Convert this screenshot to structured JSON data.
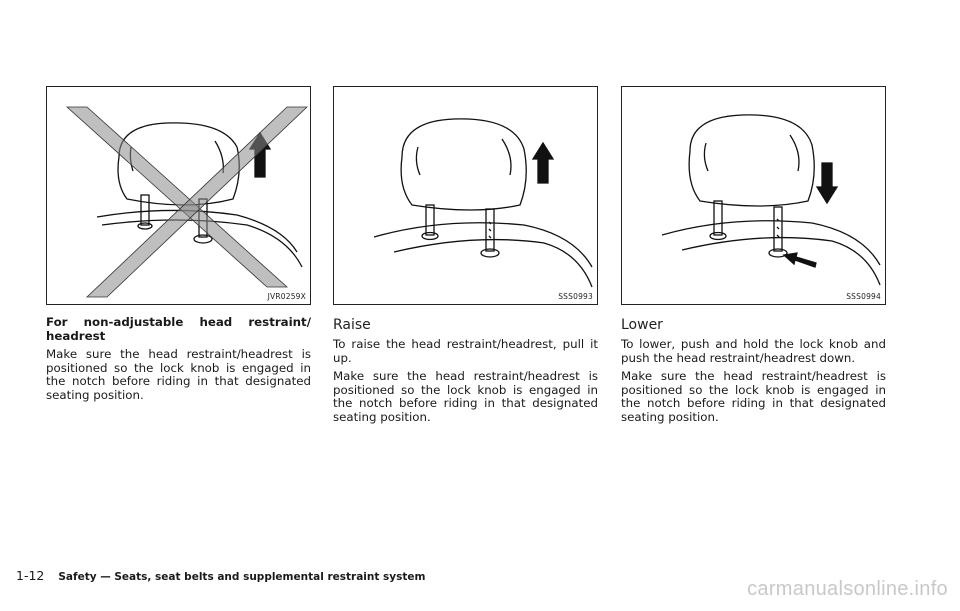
{
  "figures": [
    {
      "code": "JVR0259X"
    },
    {
      "code": "SSS0993"
    },
    {
      "code": "SSS0994"
    }
  ],
  "col1": {
    "subhead": "For non-adjustable head restraint/ headrest",
    "body": "Make sure the head restraint/headrest is positioned so the lock knob is engaged in the notch before riding in that designated seating position."
  },
  "col2": {
    "heading": "Raise",
    "body1": "To raise the head restraint/headrest, pull it up.",
    "body2": "Make sure the head restraint/headrest is positioned so the lock knob is engaged in the notch before riding in that designated seating position."
  },
  "col3": {
    "heading": "Lower",
    "body1": "To lower, push and hold the lock knob and push the head restraint/headrest down.",
    "body2": "Make sure the head restraint/headrest is positioned so the lock knob is engaged in the notch before riding in that designated seating position."
  },
  "footer": {
    "page": "1-12",
    "section": "Safety — Seats, seat belts and supplemental restraint system"
  },
  "watermark": "carmanualsonline.info"
}
